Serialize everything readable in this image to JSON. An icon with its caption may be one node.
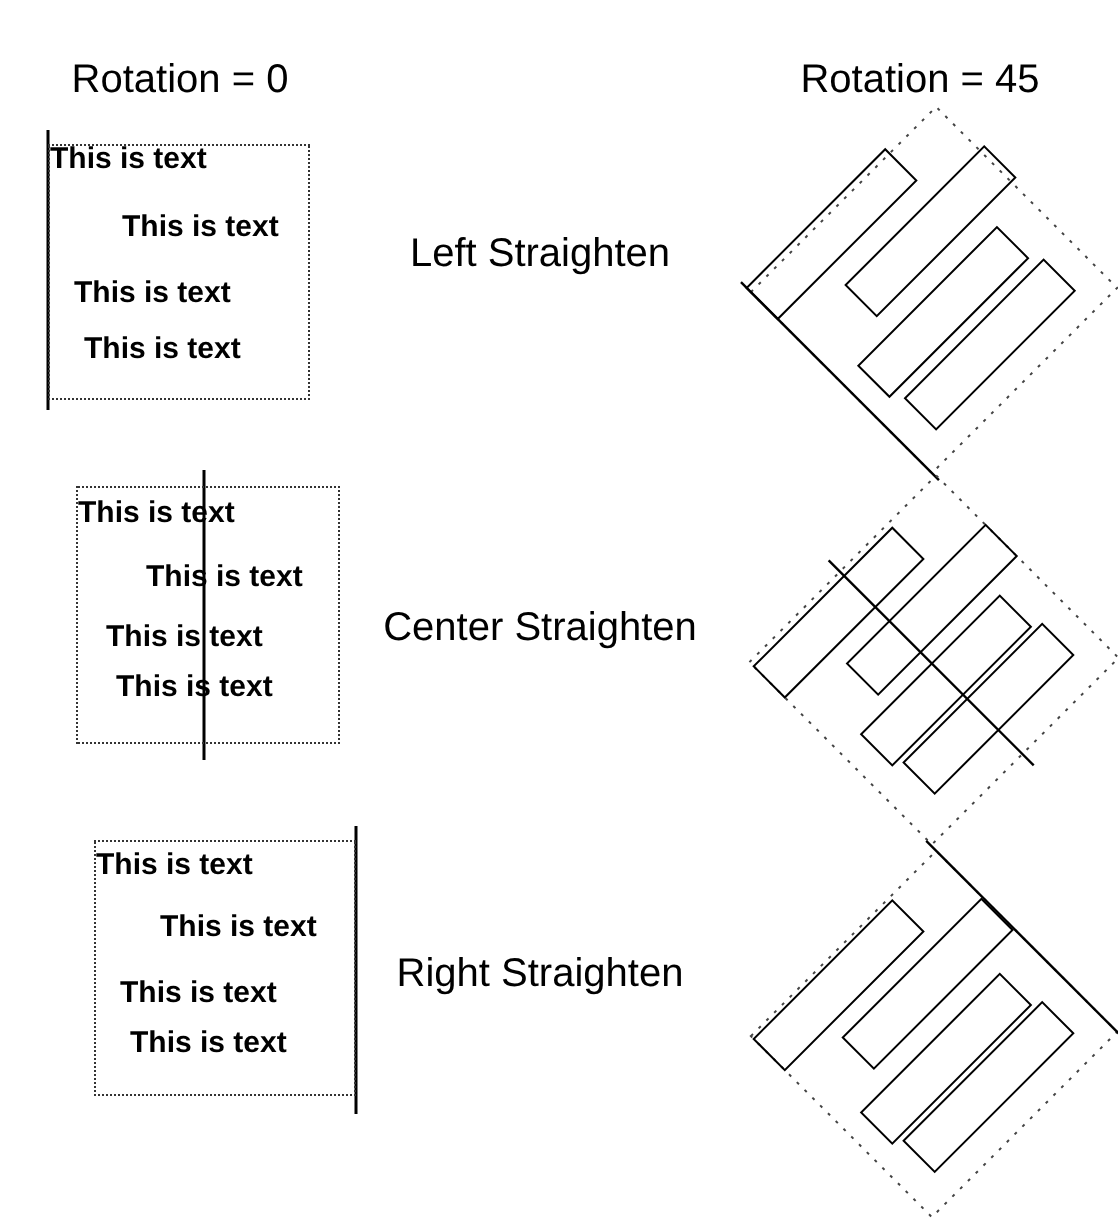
{
  "diagram": {
    "nodes": [
      {
        "text": [
          "This is text",
          "This is text",
          "This is text",
          "This is text"
        ]
      },
      {
        "text": [
          "This is text",
          "This is text",
          "This is text",
          "This is text"
        ]
      },
      {
        "text": [
          "This is text",
          "This is text",
          "This is text",
          "This is text"
        ]
      }
    ],
    "labels": [
      "Rotation = 0",
      "Rotation = 45",
      "Left Straighten",
      "Center Straighten",
      "Right Straighten"
    ]
  }
}
